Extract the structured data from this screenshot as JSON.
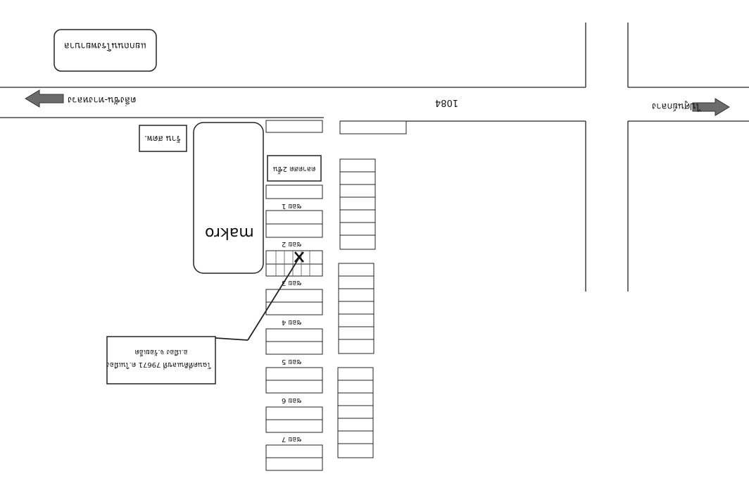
{
  "map": {
    "road_number": "1084",
    "direction_left": "ตลิ่งชัน-ทางหลวง",
    "direction_right": "ไปศูนย์กลาง",
    "landmark_top": "แยกถนนโรงพยาบาล",
    "store_name": "makro",
    "side_label": "ร้าน สดพ.",
    "corner_shop": "ตลาดสด 2ชั้น",
    "soi_labels": [
      "ซอย 1",
      "ซอย 2",
      "ซอย 3",
      "ซอย 4",
      "ซอย 5",
      "ซอย 6",
      "ซอย 7"
    ],
    "property_note_line1": "โฉนดที่ดินเลขที่ 79671 ต.ในเมือง",
    "property_note_line2": "อ.เมือง จ.ร้อยเอ็ด",
    "colors": {
      "line": "#222222",
      "arrow": "#6b6b6b",
      "background": "#ffffff"
    }
  }
}
